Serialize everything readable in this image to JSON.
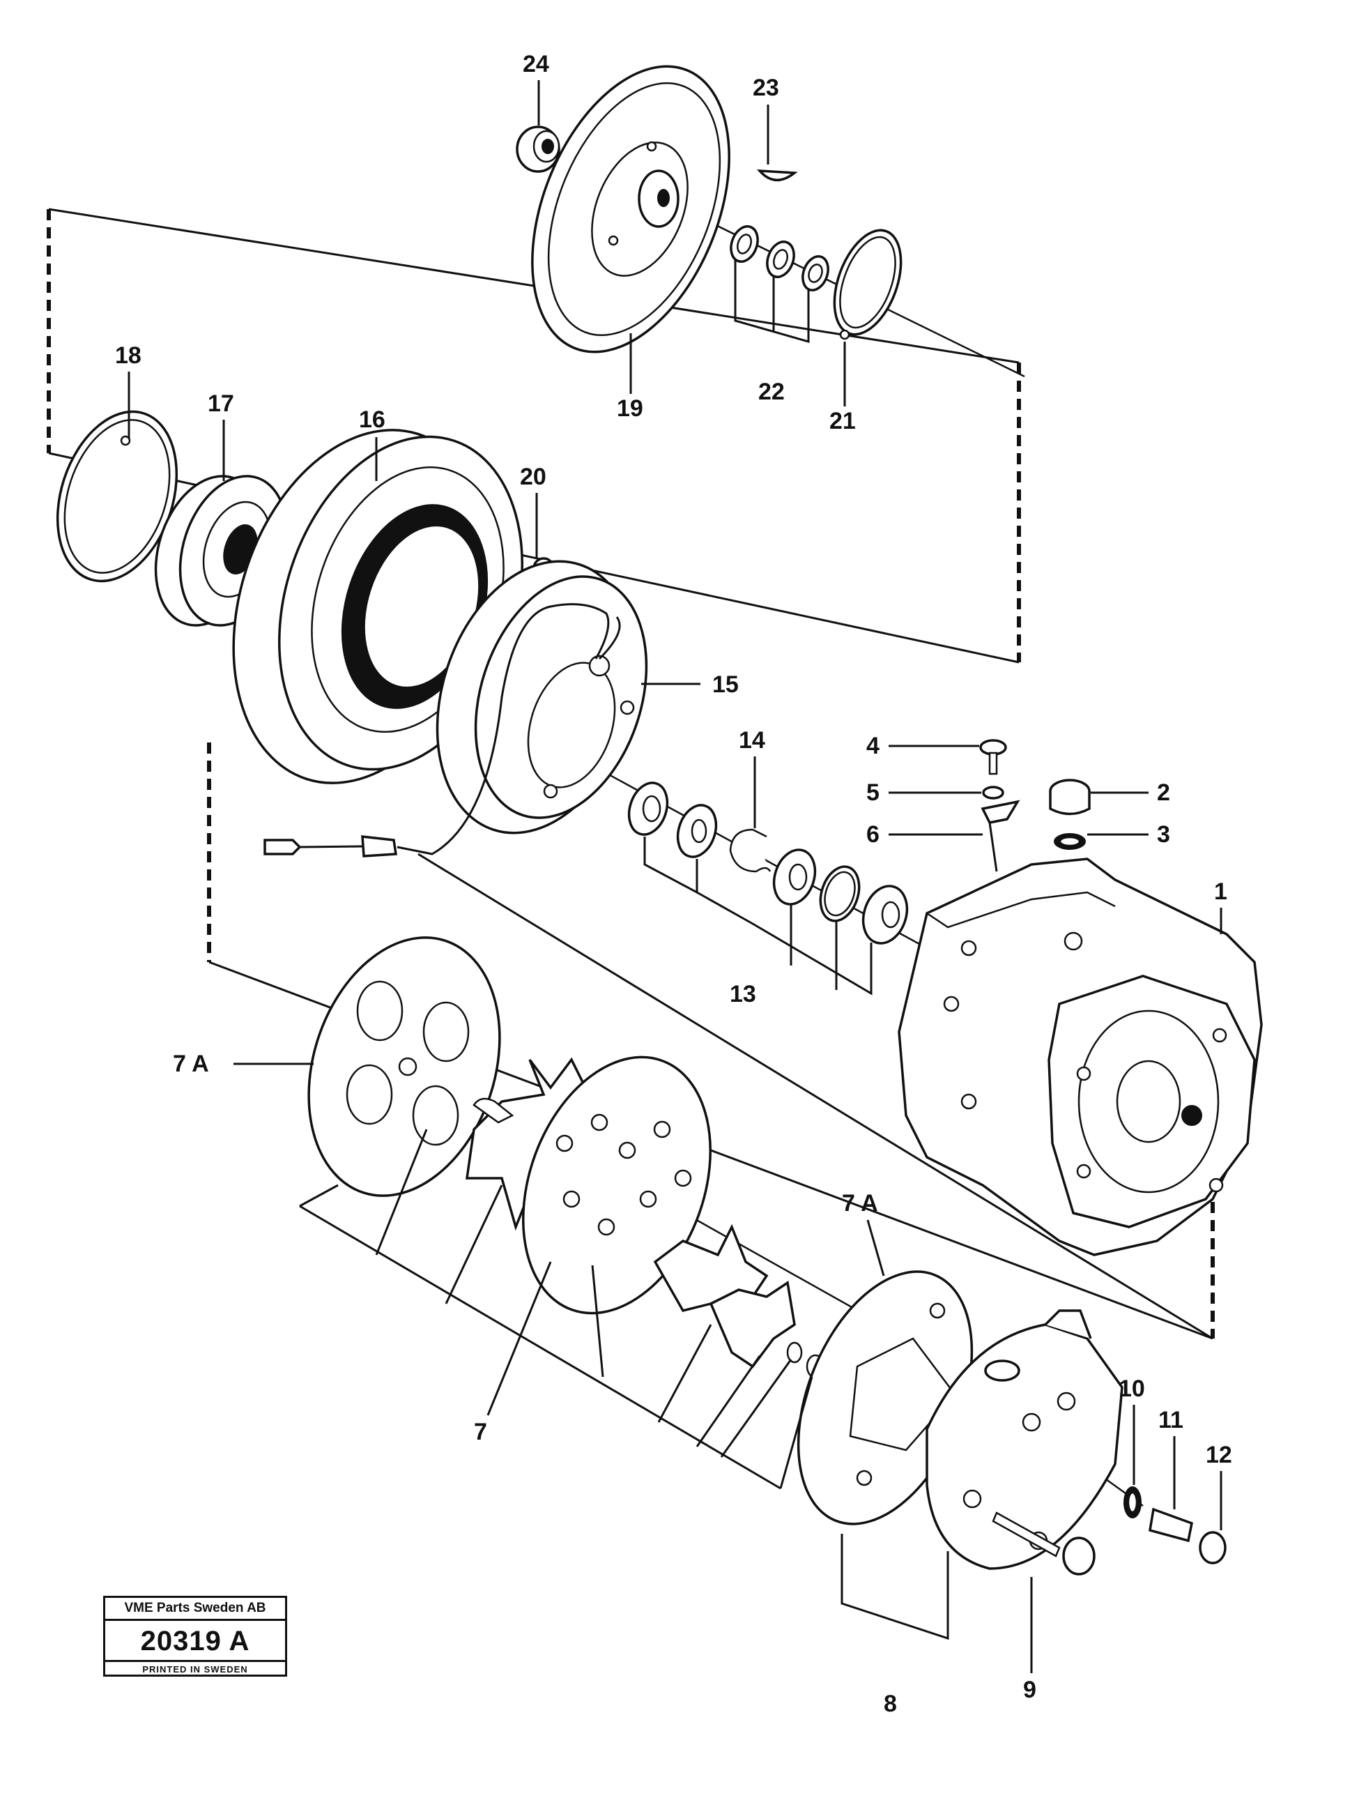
{
  "callouts": {
    "c1": "1",
    "c2": "2",
    "c3": "3",
    "c4": "4",
    "c5": "5",
    "c6": "6",
    "c7": "7",
    "c7a_left": "7 A",
    "c7a_right": "7 A",
    "c8": "8",
    "c9": "9",
    "c10": "10",
    "c11": "11",
    "c12": "12",
    "c13": "13",
    "c14": "14",
    "c15": "15",
    "c16": "16",
    "c17": "17",
    "c18": "18",
    "c19": "19",
    "c20": "20",
    "c21": "21",
    "c22": "22",
    "c23": "23",
    "c24": "24"
  },
  "title_block": {
    "company": "VME Parts Sweden AB",
    "document_number": "20319 A",
    "printed_note": "PRINTED IN SWEDEN"
  }
}
